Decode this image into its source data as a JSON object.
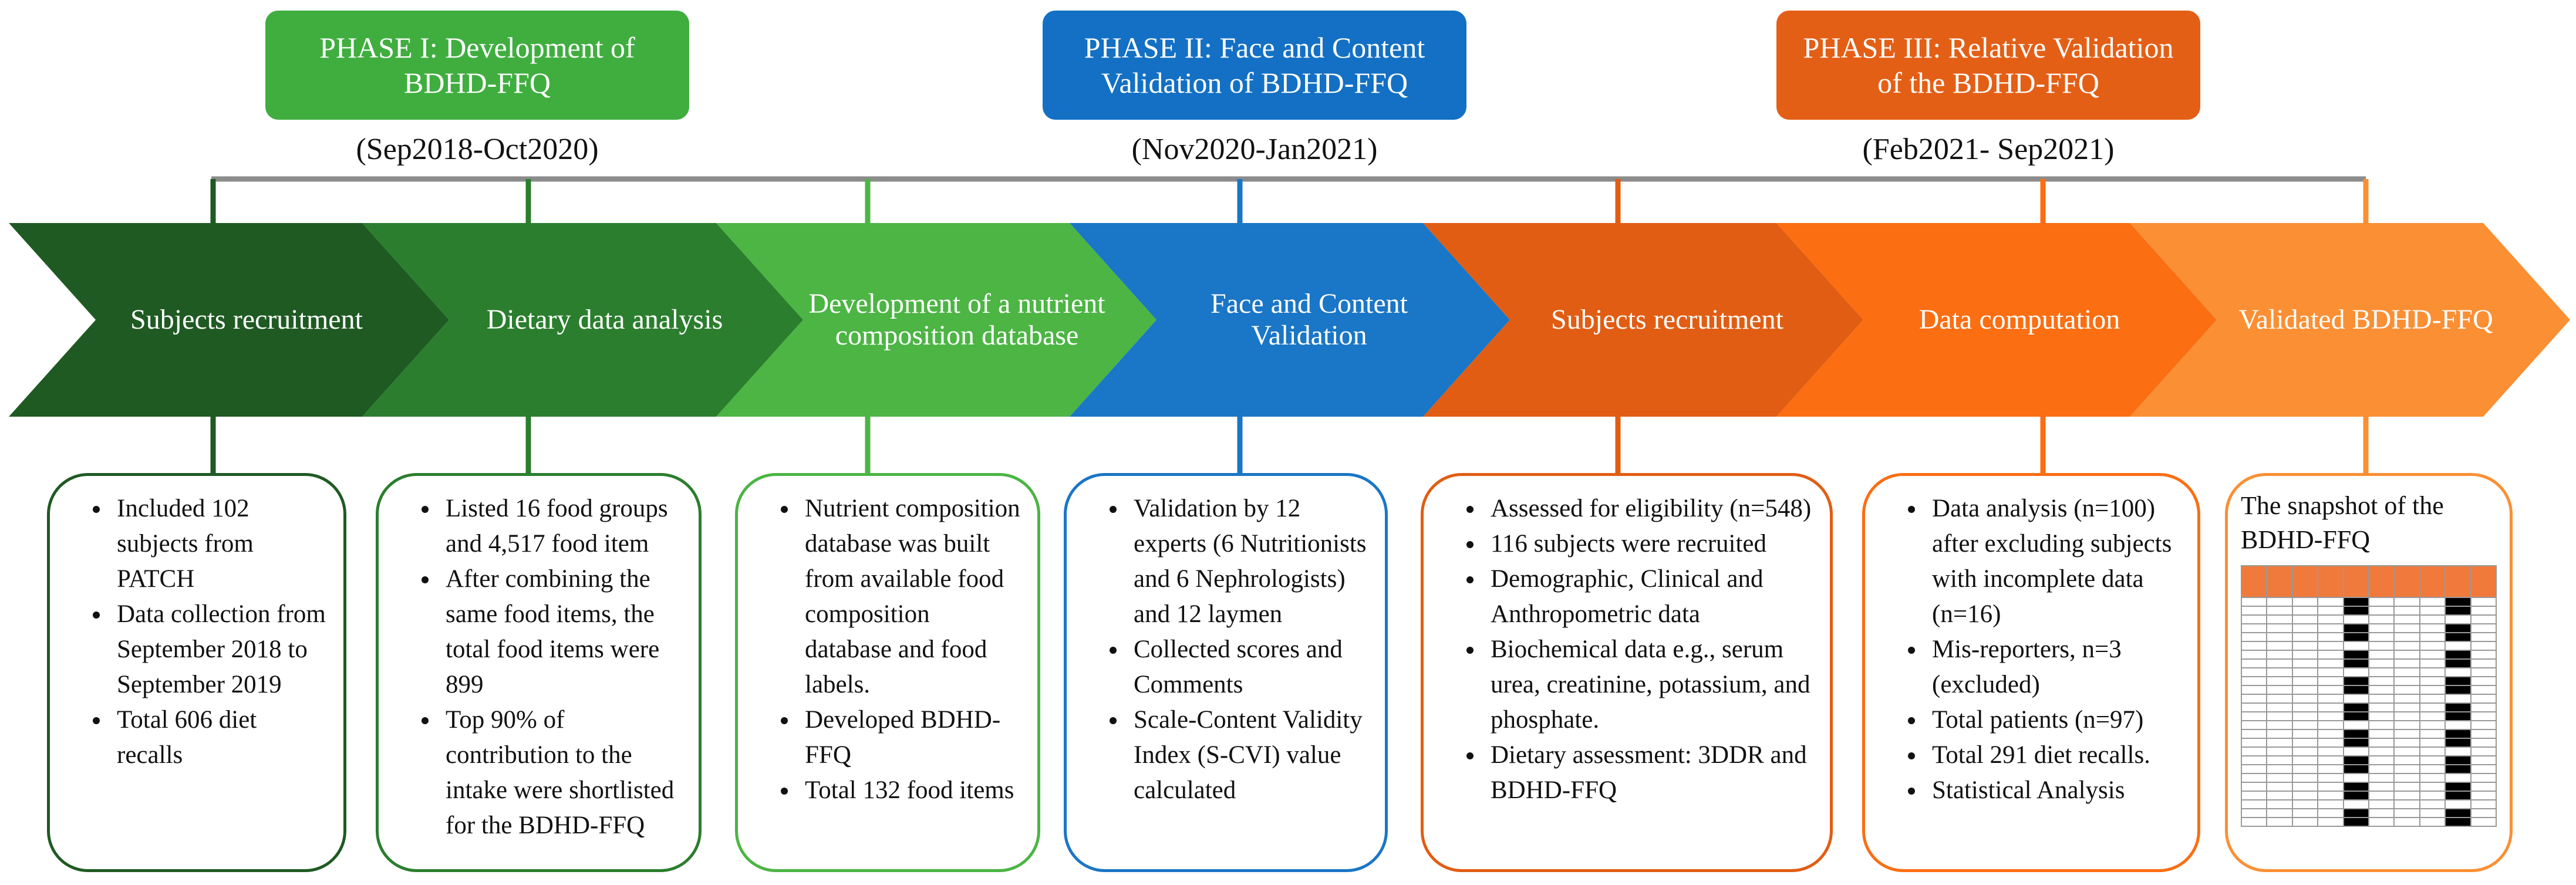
{
  "colors": {
    "phase1": "#3fae3f",
    "phase2": "#1370c4",
    "phase3": "#e45f16",
    "connector": "#8c8c8c",
    "step_fills": [
      "#1f5a23",
      "#2b7e2e",
      "#4cb544",
      "#1a76c6",
      "#e15d13",
      "#fb6e12",
      "#fb8f33"
    ],
    "box_borders": [
      "#1f5a23",
      "#2b7e2e",
      "#4cb544",
      "#1a76c6",
      "#e15d13",
      "#fb6e12",
      "#fb8f33"
    ]
  },
  "phases": [
    {
      "title": "PHASE I: Development of BDHD-FFQ",
      "dates": "(Sep2018-Oct2020)"
    },
    {
      "title": "PHASE II: Face and Content Validation of BDHD-FFQ",
      "dates": "(Nov2020-Jan2021)"
    },
    {
      "title": "PHASE III: Relative Validation of the BDHD-FFQ",
      "dates": "(Feb2021- Sep2021)"
    }
  ],
  "steps": [
    {
      "label": "Subjects recruitment",
      "bullets": [
        "Included 102 subjects from PATCH",
        "Data collection from September 2018 to September 2019",
        "Total 606 diet recalls"
      ]
    },
    {
      "label": "Dietary data analysis",
      "bullets": [
        "Listed 16 food groups and 4,517 food item",
        "After combining the same food items, the total food items were 899",
        "Top 90% of contribution to the intake were shortlisted for the BDHD-FFQ"
      ]
    },
    {
      "label": "Development of a nutrient composition database",
      "bullets": [
        "Nutrient composition database was built from available food composition database and food labels.",
        "Developed BDHD-FFQ",
        "Total 132 food items"
      ]
    },
    {
      "label": "Face and Content Validation",
      "bullets": [
        "Validation by 12 experts (6 Nutritionists and 6 Nephrologists) and 12 laymen",
        "Collected scores and Comments",
        "Scale-Content Validity Index (S-CVI) value calculated"
      ]
    },
    {
      "label": "Subjects recruitment",
      "bullets": [
        "Assessed for eligibility (n=548)",
        "116 subjects were recruited",
        "Demographic, Clinical and Anthropometric data",
        "Biochemical data e.g., serum urea, creatinine, potassium, and phosphate.",
        "Dietary assessment: 3DDR and BDHD-FFQ"
      ]
    },
    {
      "label": "Data computation",
      "bullets": [
        "Data analysis (n=100) after excluding subjects with incomplete data (n=16)",
        "Mis-reporters, n=3 (excluded)",
        "Total patients (n=97)",
        "Total 291 diet recalls.",
        "Statistical Analysis"
      ]
    },
    {
      "label": "Validated BDHD-FFQ",
      "snapshot_title": "The snapshot of the BDHD-FFQ"
    }
  ]
}
